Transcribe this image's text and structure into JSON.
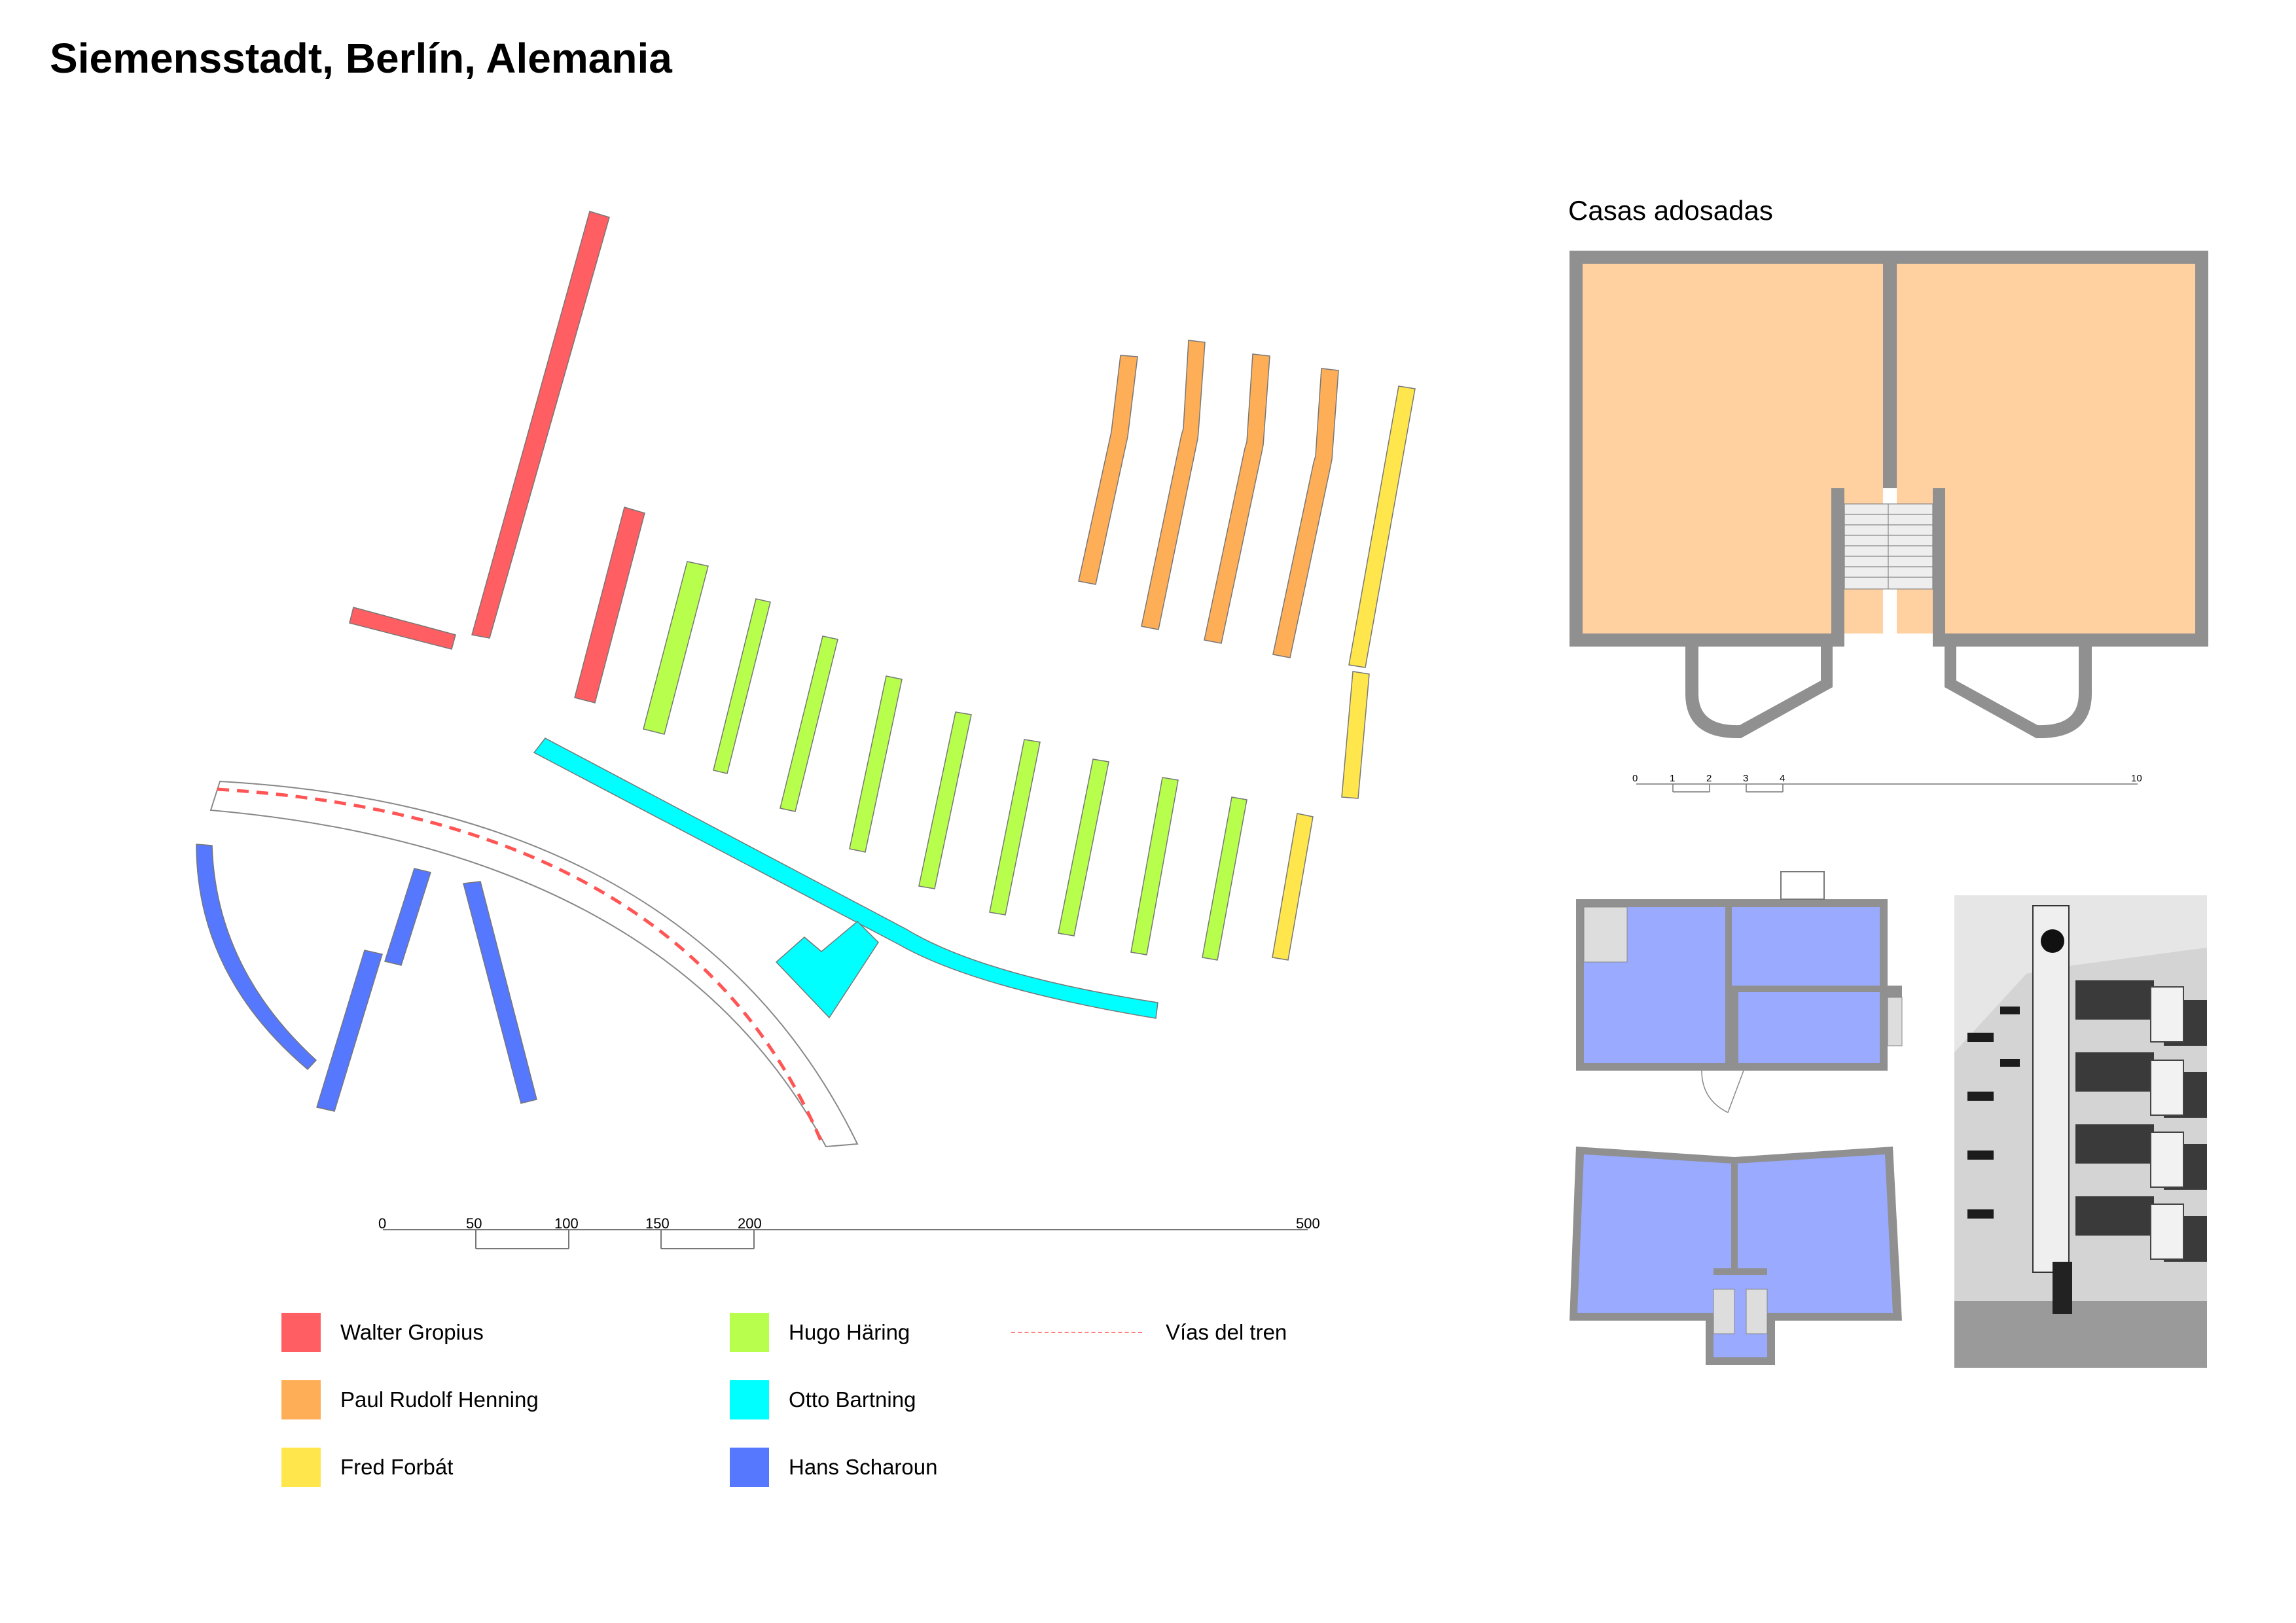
{
  "title": "Siemensstadt, Berlín, Alemania",
  "subtitle": "Casas adosadas",
  "colors": {
    "walter_gropius": "#ff5e62",
    "paul_rudolf_henning": "#ffae58",
    "fred_forbat": "#ffe64d",
    "hugo_haring": "#b8ff4d",
    "otto_bartning": "#00ffff",
    "hans_scharoun": "#5578ff",
    "rail": "#ff5555",
    "terraced_floor": "#ffd0a0",
    "scharoun_floor": "#99aaff",
    "wall": "#909090"
  },
  "legend": [
    {
      "label": "Walter Gropius",
      "color": "#ff5e62"
    },
    {
      "label": "Paul Rudolf Henning",
      "color": "#ffae58"
    },
    {
      "label": "Fred Forbát",
      "color": "#ffe64d"
    },
    {
      "label": "Hugo Häring",
      "color": "#b8ff4d"
    },
    {
      "label": "Otto Bartning",
      "color": "#00ffff"
    },
    {
      "label": "Hans Scharoun",
      "color": "#5578ff"
    },
    {
      "label": "Vías del tren",
      "style": "dashed-line"
    }
  ],
  "site_scale": {
    "ticks": [
      "0",
      "50",
      "100",
      "150",
      "200",
      "500"
    ]
  },
  "plan_scale": {
    "ticks": [
      "0",
      "1",
      "2",
      "3",
      "4",
      "10"
    ]
  },
  "photo": {
    "icon": "building-photo"
  }
}
